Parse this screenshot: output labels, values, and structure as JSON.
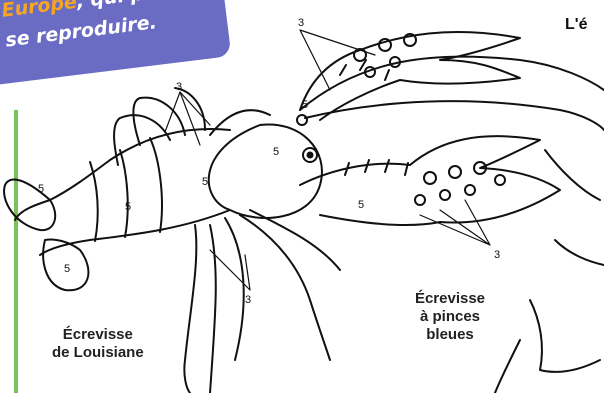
{
  "banner": {
    "line1_highlight": "Europe",
    "line1_rest": ", qui peine",
    "line2": "se reproduire."
  },
  "heading": "L'é",
  "captions": {
    "louisiane_line1": "Écrevisse",
    "louisiane_line2": "de Louisiane",
    "bleues_line1": "Écrevisse",
    "bleues_line2": "à pinces",
    "bleues_line3": "bleues"
  },
  "labels": [
    "3",
    "3",
    "3",
    "3",
    "5",
    "5",
    "5",
    "5",
    "5",
    "5",
    "5"
  ],
  "colors": {
    "banner": "#6a6cc4",
    "highlight": "#f6a623",
    "accent_line": "#7cc05a"
  }
}
